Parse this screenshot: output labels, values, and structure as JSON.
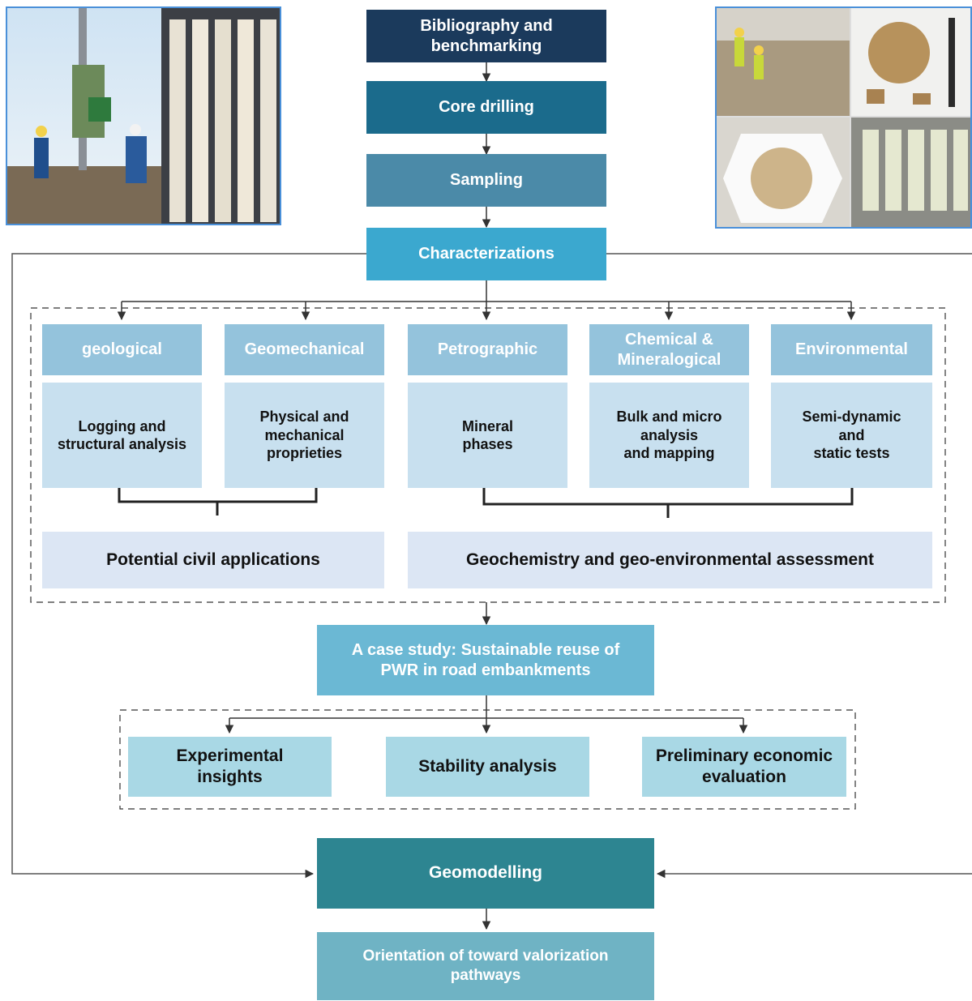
{
  "colors": {
    "navy": "#1b3a5c",
    "teal_dark": "#1b6b8c",
    "steel": "#4b8aa8",
    "cyan": "#3ba8cf",
    "header_light": "#94c3dc",
    "body_light": "#c8e0ef",
    "summary_bg": "#dce6f4",
    "case_study": "#6bb8d4",
    "outcome": "#a9d8e5",
    "geomodelling": "#2d8591",
    "orientation": "#6fb3c4",
    "line": "#333333"
  },
  "flow": {
    "bibliography": "Bibliography and\nbenchmarking",
    "core_drilling": "Core drilling",
    "sampling": "Sampling",
    "characterizations": "Characterizations"
  },
  "categories": [
    {
      "header": "geological",
      "body": "Logging and\nstructural analysis"
    },
    {
      "header": "Geomechanical",
      "body": "Physical and\nmechanical\nproprieties"
    },
    {
      "header": "Petrographic",
      "body": "Mineral\nphases"
    },
    {
      "header": "Chemical &\nMineralogical",
      "body": "Bulk and micro\nanalysis\nand mapping"
    },
    {
      "header": "Environmental",
      "body": "Semi-dynamic\nand\nstatic tests"
    }
  ],
  "summaries": {
    "civil": "Potential civil applications",
    "geochem": "Geochemistry and geo-environmental assessment"
  },
  "case_study": "A case study: Sustainable reuse of\nPWR in road embankments",
  "outcomes": [
    "Experimental\ninsights",
    "Stability analysis",
    "Preliminary economic\nevaluation"
  ],
  "geomodelling": "Geomodelling",
  "orientation": "Orientation of toward valorization\npathways"
}
